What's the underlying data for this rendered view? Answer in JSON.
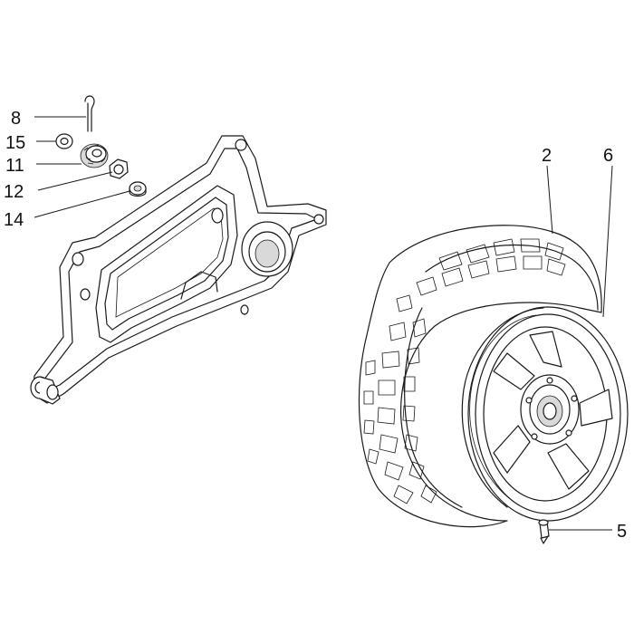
{
  "callouts": {
    "c8": "8",
    "c15": "15",
    "c11": "11",
    "c12": "12",
    "c14": "14",
    "c2": "2",
    "c6": "6",
    "c5": "5"
  },
  "colors": {
    "line": "#1a1a1a",
    "background": "#ffffff",
    "shade": "#d9d9d9"
  }
}
